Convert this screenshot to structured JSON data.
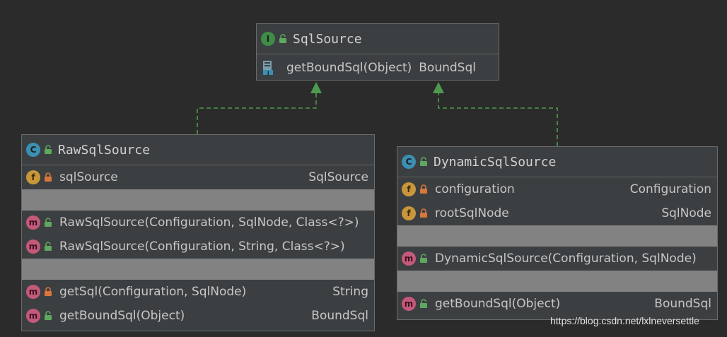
{
  "colors": {
    "background": "#2b2b2b",
    "implements_line": "#4e9a4e"
  },
  "classes": {
    "sql_source": {
      "kind": "I",
      "name": "SqlSource",
      "methods": [
        {
          "name": "getBoundSql(Object)",
          "type": "BoundSql",
          "icon": "abstract-method-icon"
        }
      ]
    },
    "raw_sql_source": {
      "kind": "C",
      "name": "RawSqlSource",
      "fields": [
        {
          "name": "sqlSource",
          "type": "SqlSource",
          "visibility": "private"
        }
      ],
      "constructors": [
        {
          "name": "RawSqlSource(Configuration, SqlNode, Class<?>)",
          "visibility": "public"
        },
        {
          "name": "RawSqlSource(Configuration, String, Class<?>)",
          "visibility": "public"
        }
      ],
      "methods": [
        {
          "name": "getSql(Configuration, SqlNode)",
          "type": "String",
          "visibility": "private"
        },
        {
          "name": "getBoundSql(Object)",
          "type": "BoundSql",
          "visibility": "public"
        }
      ]
    },
    "dynamic_sql_source": {
      "kind": "C",
      "name": "DynamicSqlSource",
      "fields": [
        {
          "name": "configuration",
          "type": "Configuration",
          "visibility": "private"
        },
        {
          "name": "rootSqlNode",
          "type": "SqlNode",
          "visibility": "private"
        }
      ],
      "constructors": [
        {
          "name": "DynamicSqlSource(Configuration, SqlNode)",
          "visibility": "public"
        }
      ],
      "methods": [
        {
          "name": "getBoundSql(Object)",
          "type": "BoundSql",
          "visibility": "public"
        }
      ]
    }
  },
  "badges": {
    "interface": "I",
    "class": "C",
    "field": "f",
    "method": "m"
  },
  "watermark": "https://blog.csdn.net/lxlneversettle"
}
